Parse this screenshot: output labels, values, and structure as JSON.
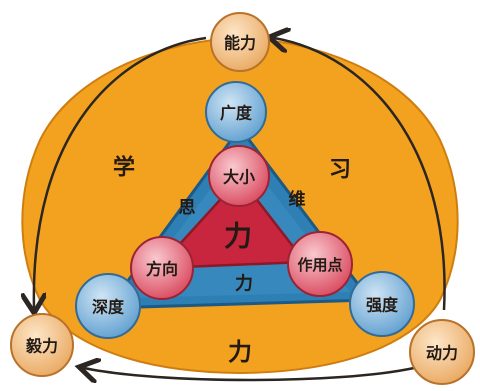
{
  "outer_ring": {
    "labels": {
      "top_left": "学",
      "top_right": "习",
      "bottom": "力"
    }
  },
  "corners": {
    "top": "能力",
    "bottom_left": "毅力",
    "bottom_right": "动力"
  },
  "triangle": {
    "edges": {
      "left": "思",
      "right": "维",
      "bottom": "力"
    },
    "center": "力",
    "inner_nodes": {
      "top": "大小",
      "left": "方向",
      "right": "作用点"
    },
    "outer_nodes": {
      "top": "广度",
      "left": "深度",
      "right": "强度"
    }
  },
  "colors": {
    "orange": "#f3a21f",
    "blue": "#2e7fb4",
    "red": "#c8263e",
    "pink_node": "#e9677a",
    "blue_node": "#86b9de",
    "peach_node": "#f4c187"
  }
}
